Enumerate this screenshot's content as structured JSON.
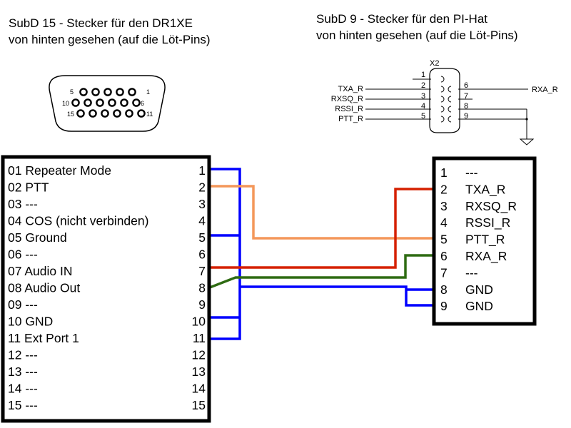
{
  "titles": {
    "left_line1": "SubD 15 - Stecker für den DR1XE",
    "left_line2": "von hinten gesehen (auf die Löt-Pins)",
    "right_line1": "SubD 9 - Stecker für den PI-Hat",
    "right_line2": "von hinten gesehen (auf die Löt-Pins)"
  },
  "db15_icon": {
    "labels": [
      "5",
      "1",
      "10",
      "6",
      "15",
      "11"
    ]
  },
  "db9_schematic": {
    "designator": "X2",
    "left_signals": [
      "TXA_R",
      "RXSQ_R",
      "RSSI_R",
      "PTT_R"
    ],
    "right_signals": [
      "RXA_R"
    ],
    "pin_numbers_left": [
      "1",
      "2",
      "3",
      "4",
      "5"
    ],
    "pin_numbers_right": [
      "6",
      "7",
      "8",
      "9"
    ]
  },
  "left_connector": {
    "pins": [
      {
        "label": "01 Repeater Mode",
        "num": "1"
      },
      {
        "label": "02 PTT",
        "num": "2"
      },
      {
        "label": "03 ---",
        "num": "3"
      },
      {
        "label": "04 COS (nicht verbinden)",
        "num": "4"
      },
      {
        "label": "05 Ground",
        "num": "5"
      },
      {
        "label": "06 ---",
        "num": "6"
      },
      {
        "label": "07 Audio IN",
        "num": "7"
      },
      {
        "label": "08 Audio Out",
        "num": "8"
      },
      {
        "label": "09 ---",
        "num": "9"
      },
      {
        "label": "10 GND",
        "num": "10"
      },
      {
        "label": "11 Ext Port 1",
        "num": "11"
      },
      {
        "label": "12 ---",
        "num": "12"
      },
      {
        "label": "13 ---",
        "num": "13"
      },
      {
        "label": "14 ---",
        "num": "14"
      },
      {
        "label": "15 ---",
        "num": "15"
      }
    ]
  },
  "right_connector": {
    "pins": [
      {
        "num": "1",
        "label": "---"
      },
      {
        "num": "2",
        "label": "TXA_R"
      },
      {
        "num": "3",
        "label": "RXSQ_R"
      },
      {
        "num": "4",
        "label": "RSSI_R"
      },
      {
        "num": "5",
        "label": "PTT_R"
      },
      {
        "num": "6",
        "label": "RXA_R"
      },
      {
        "num": "7",
        "label": "---"
      },
      {
        "num": "8",
        "label": "GND"
      },
      {
        "num": "9",
        "label": "GND"
      }
    ]
  },
  "wire_colors": {
    "ground": "#0000ff",
    "ptt": "#f4975a",
    "audio_in": "#d52000",
    "audio_out": "#2e6b12"
  }
}
